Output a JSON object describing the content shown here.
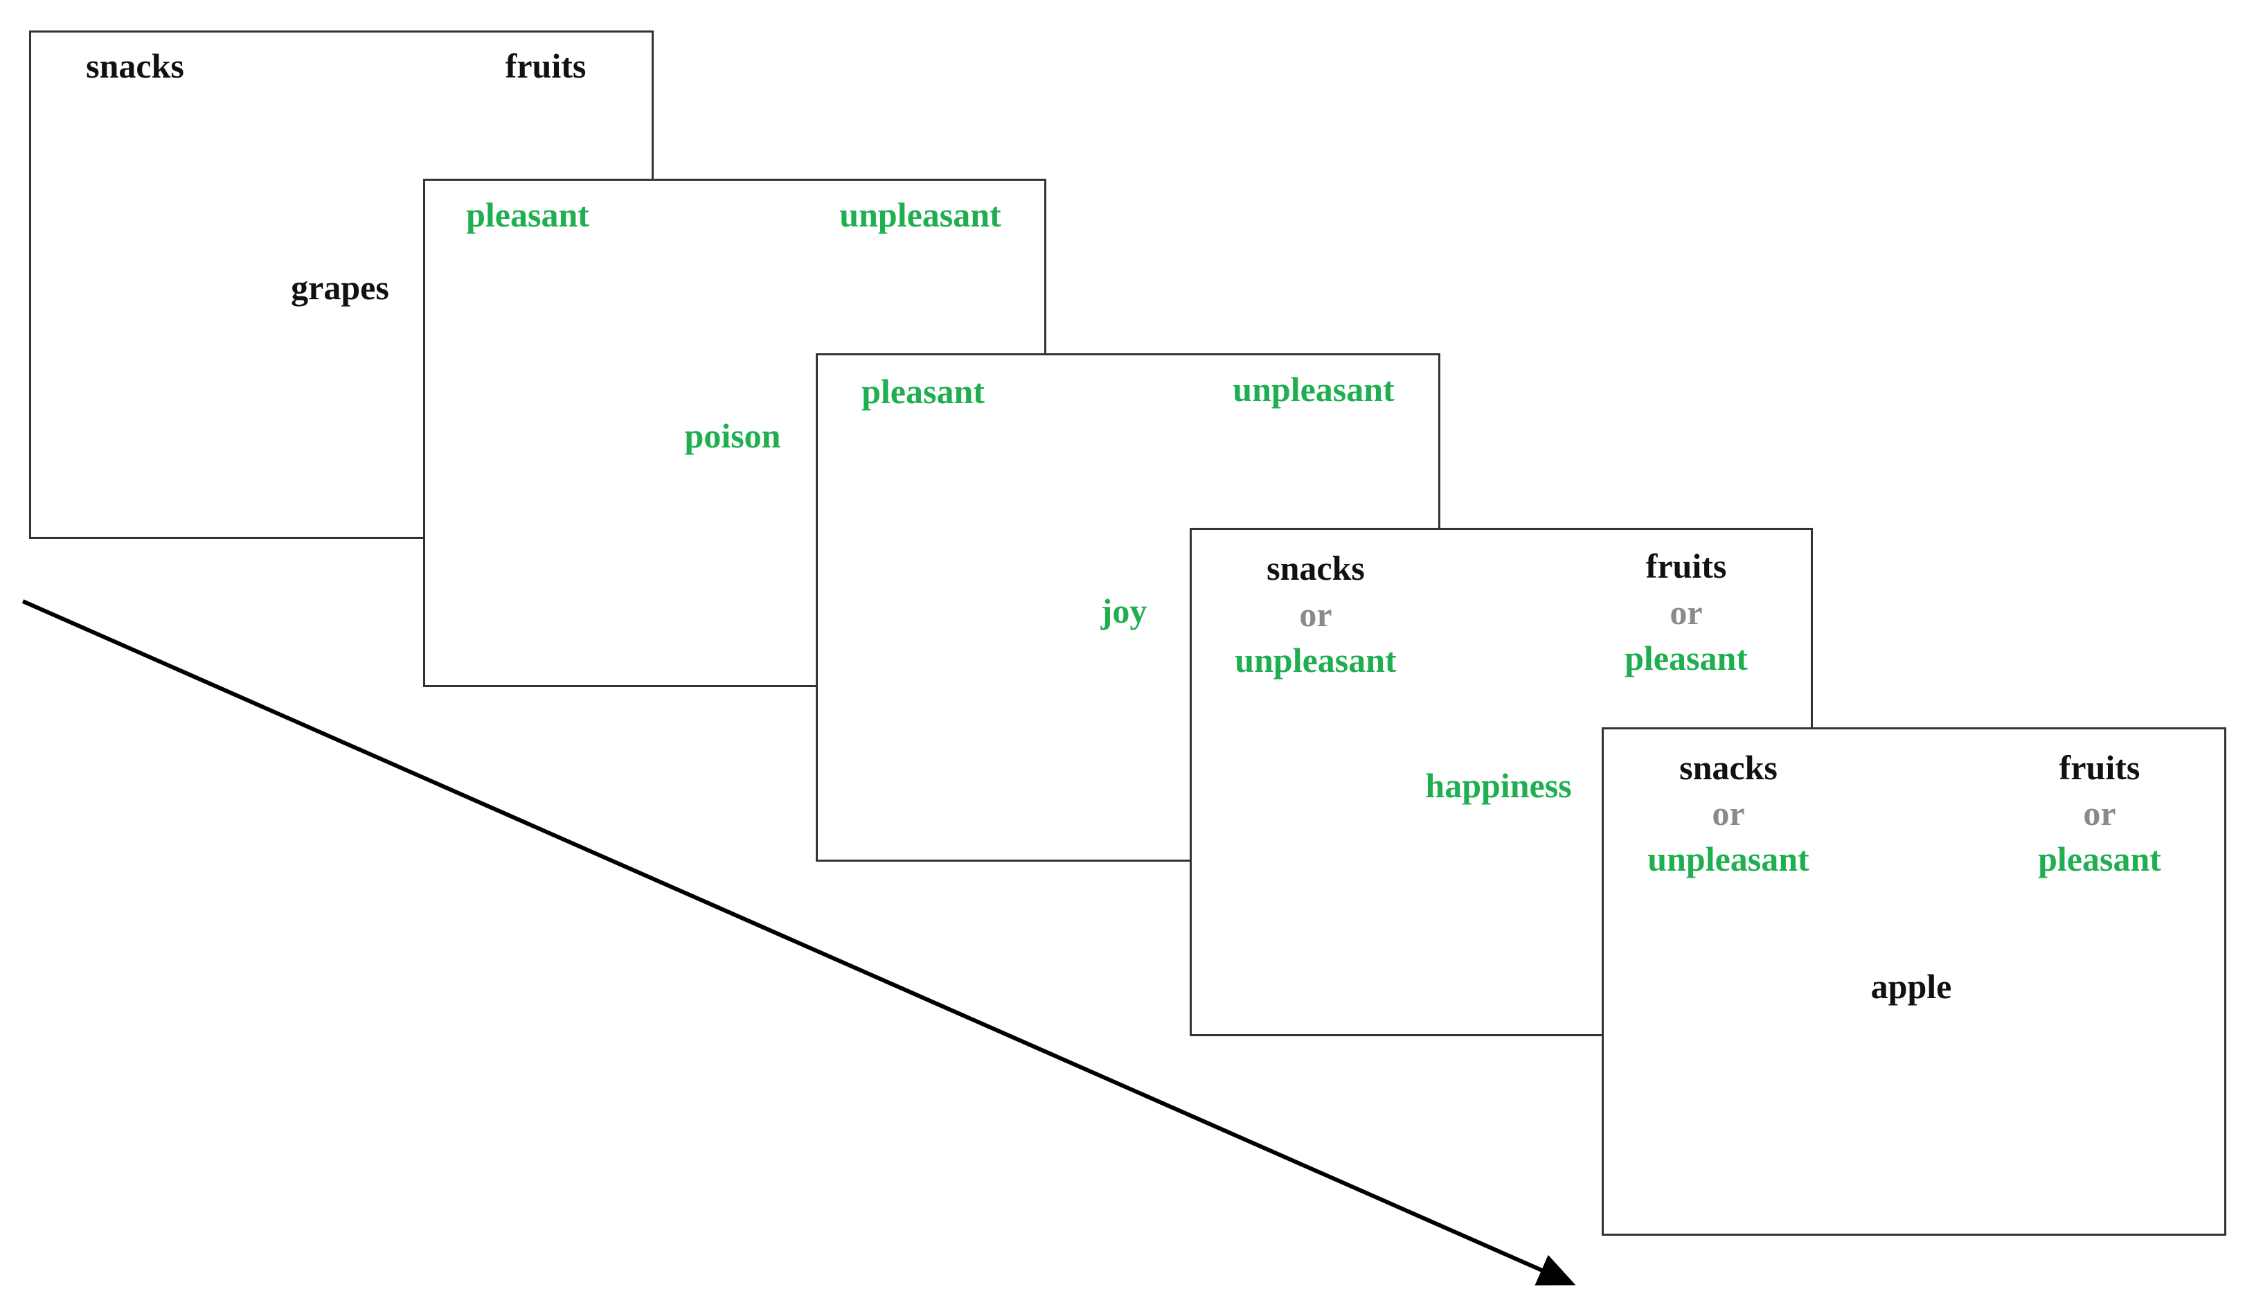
{
  "colors": {
    "category": "#111111",
    "attribute": "#1fae50",
    "connector": "#8a8a8a",
    "frame_border": "#333333",
    "arrow": "#000000"
  },
  "screens": [
    {
      "top_left": [
        "snacks"
      ],
      "top_right": [
        "fruits"
      ],
      "stimulus": "grapes"
    },
    {
      "top_left": [
        "pleasant"
      ],
      "top_right": [
        "unpleasant"
      ],
      "stimulus": "poison"
    },
    {
      "top_left": [
        "pleasant"
      ],
      "top_right": [
        "unpleasant"
      ],
      "stimulus": "joy"
    },
    {
      "top_left": [
        "snacks",
        "or",
        "unpleasant"
      ],
      "top_right": [
        "fruits",
        "or",
        "pleasant"
      ],
      "stimulus": "happiness"
    },
    {
      "top_left": [
        "snacks",
        "or",
        "unpleasant"
      ],
      "top_right": [
        "fruits",
        "or",
        "pleasant"
      ],
      "stimulus": "apple"
    }
  ]
}
